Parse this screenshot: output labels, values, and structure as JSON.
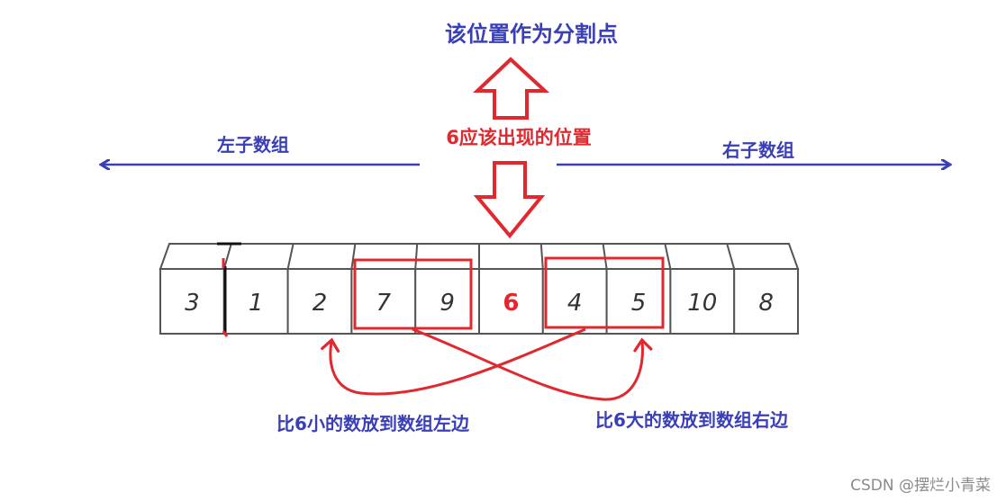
{
  "title": "该位置作为分割点",
  "pivot_position_label": "6应该出现的位置",
  "left_subarray_label": "左子数组",
  "right_subarray_label": "右子数组",
  "smaller_to_left_label": "比6小的数放到数组左边",
  "larger_to_right_label": "比6大的数放到数组右边",
  "array": {
    "values": [
      "3",
      "1",
      "2",
      "7",
      "9",
      "6",
      "4",
      "5",
      "10",
      "8"
    ],
    "pivot_index": 5
  },
  "watermark": "CSDN @摆烂小青菜",
  "colors": {
    "blue": "#3a3fb8",
    "red": "#e0282e",
    "box_stroke": "#555555"
  }
}
